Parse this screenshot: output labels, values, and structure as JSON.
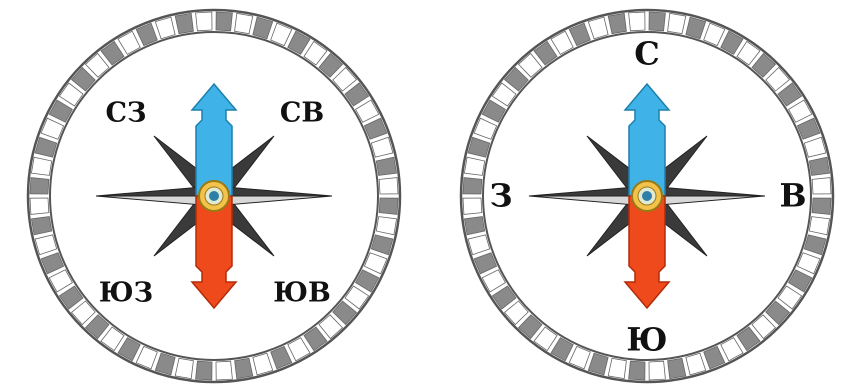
{
  "compass_left": {
    "labels": {
      "nw": "СЗ",
      "ne": "СВ",
      "sw": "ЮЗ",
      "se": "ЮВ"
    }
  },
  "compass_right": {
    "labels": {
      "n": "С",
      "e": "В",
      "s": "Ю",
      "w": "З"
    }
  },
  "colors": {
    "needle_north": "#3fb2e8",
    "needle_south": "#ee4a1c",
    "rose_dark": "#3a3a3a",
    "rose_light": "#d8d8d8",
    "ring": "#8a8a8a",
    "pivot_gold": "#f2c24a",
    "pivot_center": "#2e7fa8"
  }
}
